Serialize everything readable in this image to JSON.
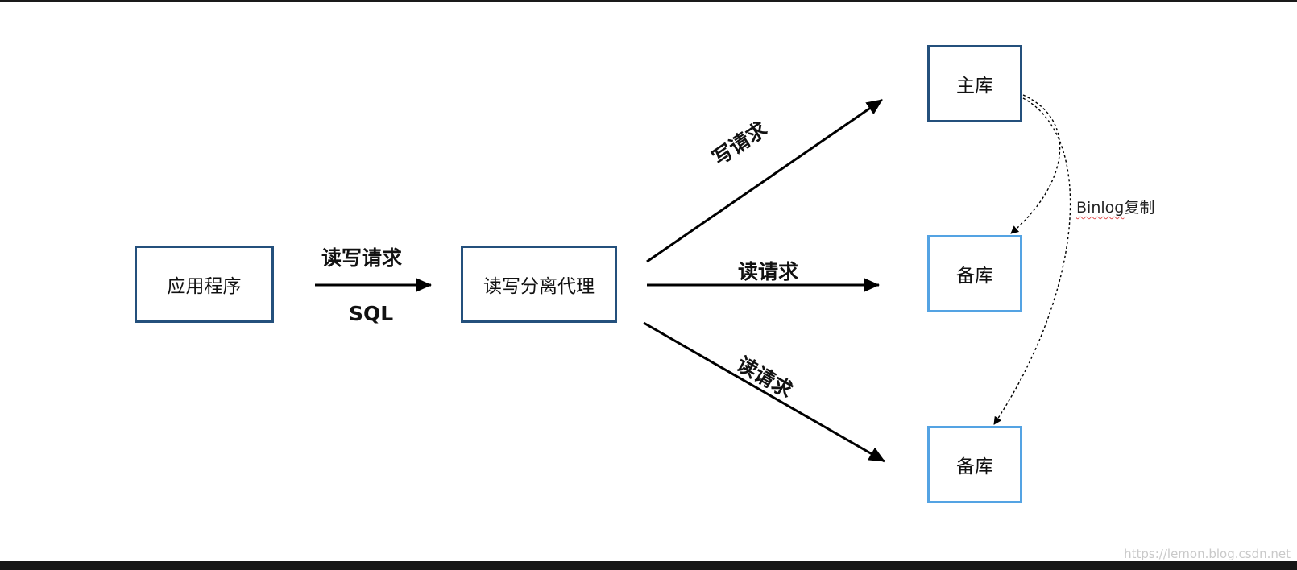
{
  "nodes": {
    "app": "应用程序",
    "proxy": "读写分离代理",
    "master": "主库",
    "replica_1": "备库",
    "replica_2": "备库"
  },
  "edges": {
    "app_to_proxy_top": "读写请求",
    "app_to_proxy_bottom": "SQL",
    "write": "写请求",
    "read_middle": "读请求",
    "read_bottom": "读请求",
    "replication_prefix": "Binlog",
    "replication_suffix": "复制"
  },
  "watermark": "https://lemon.blog.csdn.net",
  "colors": {
    "master_border": "#24507c",
    "replica_border": "#54a3e3",
    "arrow": "#000000"
  }
}
